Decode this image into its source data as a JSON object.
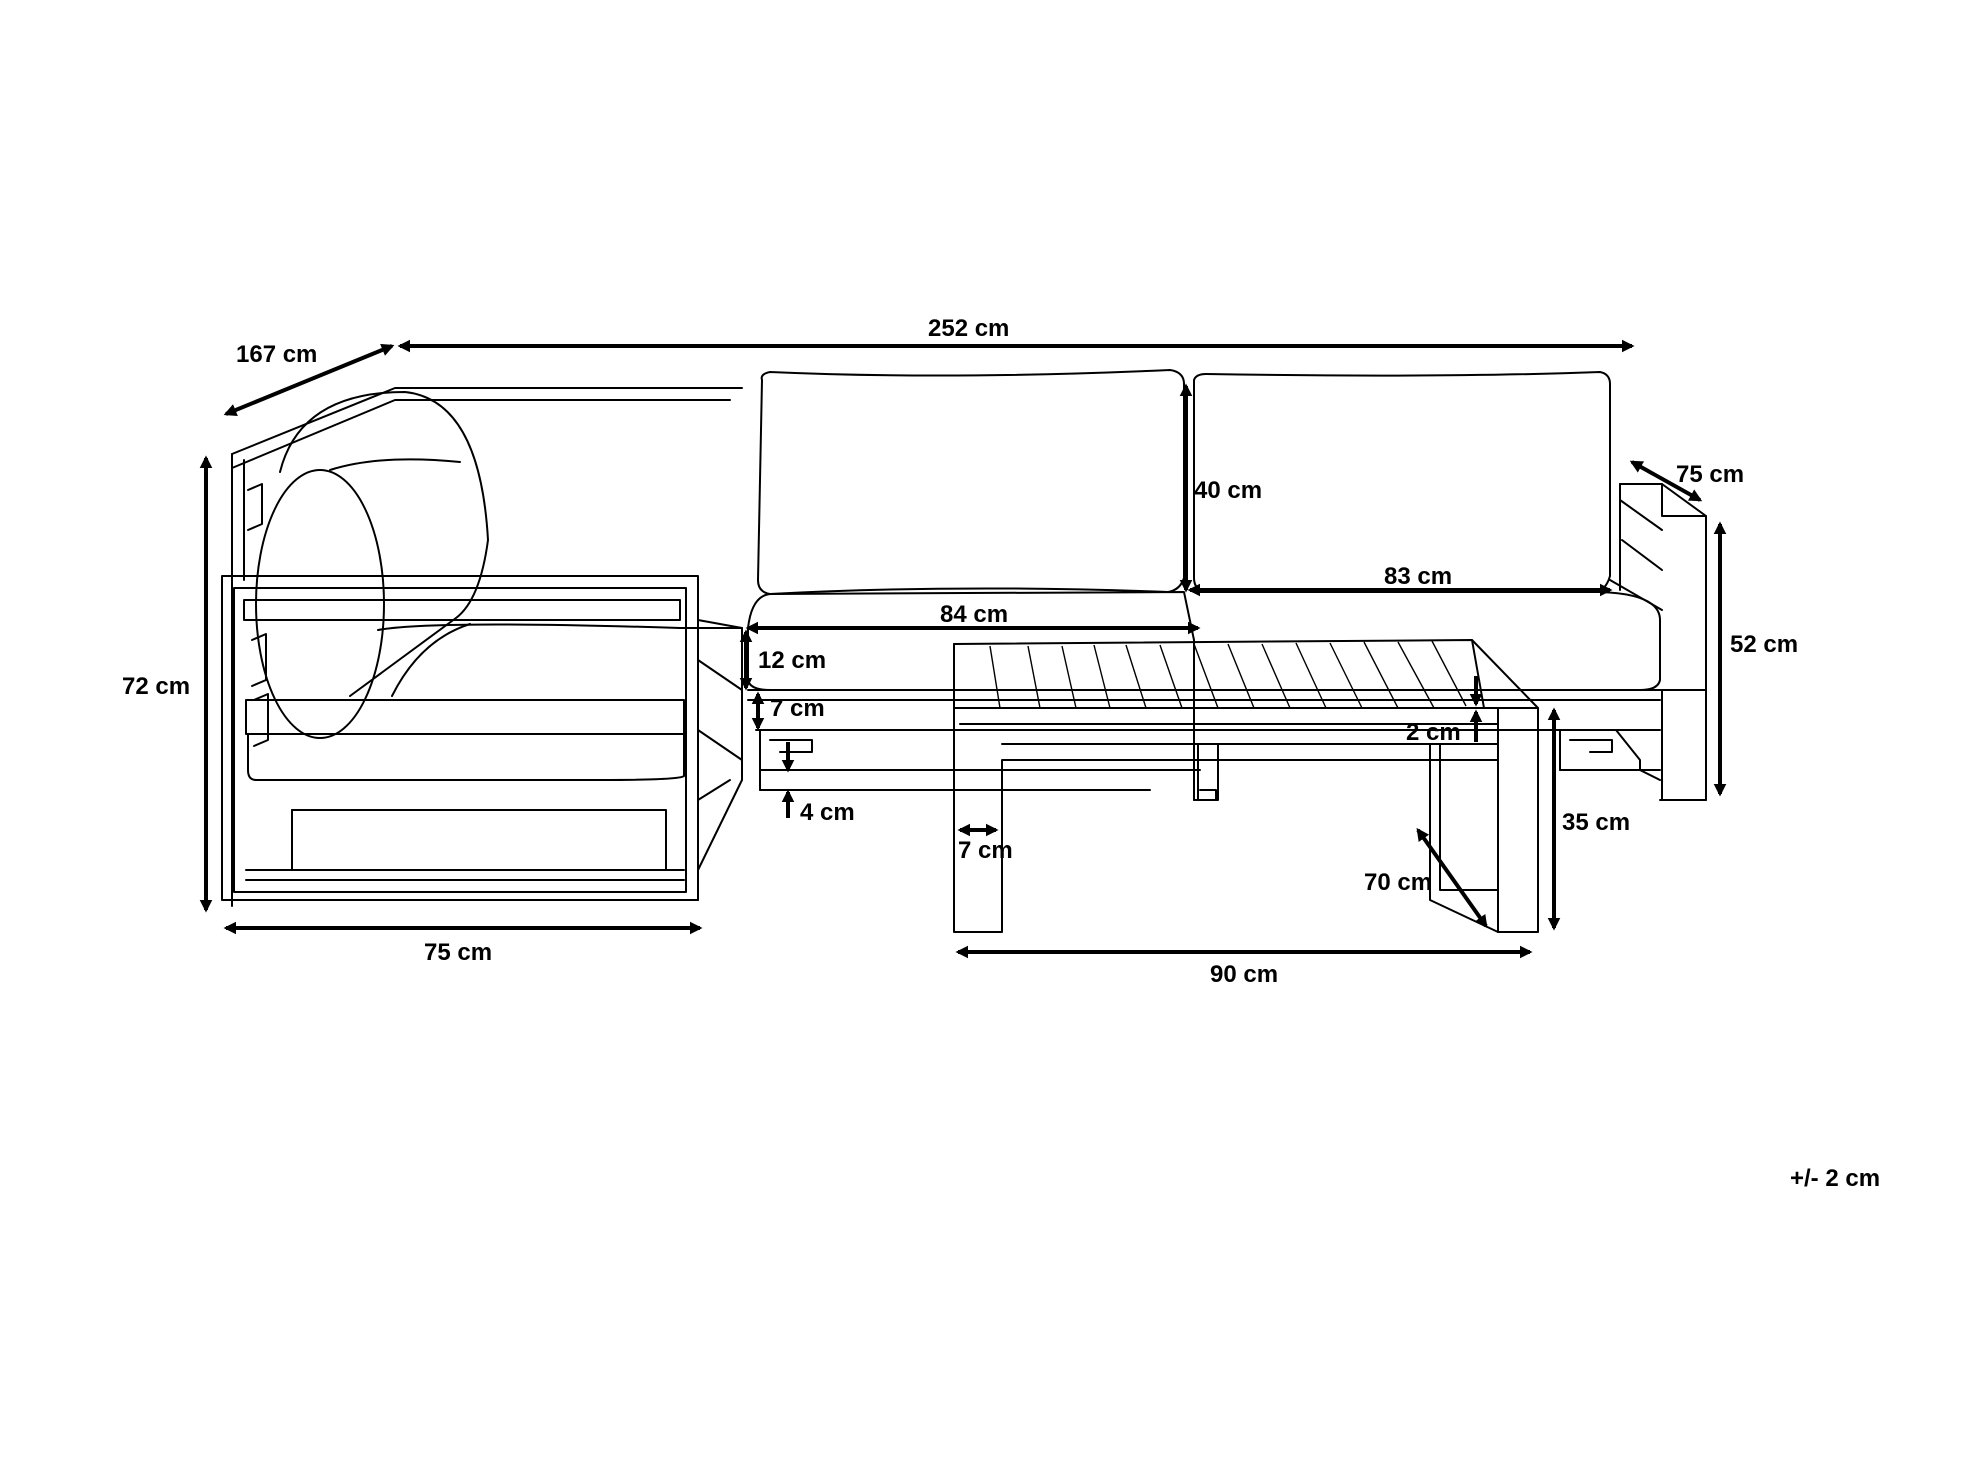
{
  "diagram": {
    "dimensions": {
      "overall_depth": "167 cm",
      "overall_width": "252 cm",
      "backrest_height": "40 cm",
      "armrest_depth": "75 cm",
      "seat_width_right": "83 cm",
      "seat_width_middle": "84 cm",
      "armrest_height": "52 cm",
      "overall_height": "72 cm",
      "cushion_thickness": "12 cm",
      "seat_frame_thickness": "7 cm",
      "ground_clearance": "4 cm",
      "corner_module_width": "75 cm",
      "table_leg_width": "7 cm",
      "table_top_thickness": "2 cm",
      "table_height": "35 cm",
      "table_depth": "70 cm",
      "table_width": "90 cm"
    },
    "tolerance": "+/- 2 cm"
  }
}
